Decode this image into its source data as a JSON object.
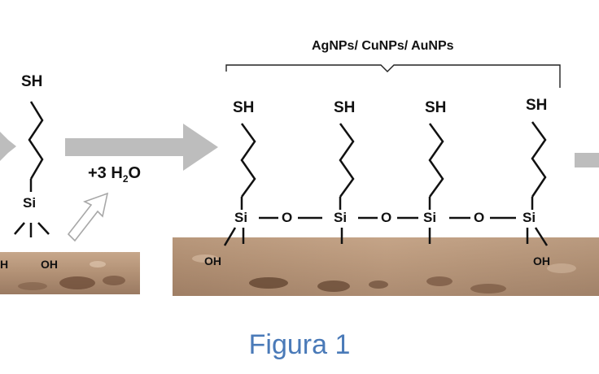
{
  "caption": "Figura 1",
  "left_group": {
    "sh": "SH",
    "si": "Si",
    "oh_a": "H",
    "oh_b": "OH"
  },
  "reaction": {
    "water_prefix": "+3 H",
    "water_subscript": "2",
    "water_suffix": "O"
  },
  "right_group": {
    "nanoparticles": "AgNPs/ CuNPs/ AuNPs",
    "sh_labels": [
      "SH",
      "SH",
      "SH",
      "SH"
    ],
    "si_labels": [
      "Si",
      "Si",
      "Si",
      "Si"
    ],
    "o_labels": [
      "O",
      "O",
      "O"
    ],
    "oh_left": "OH",
    "oh_right": "OH"
  },
  "colors": {
    "arrow": "#bdbdbd",
    "substrate": "#b99a80",
    "caption": "#4a7ab8"
  }
}
